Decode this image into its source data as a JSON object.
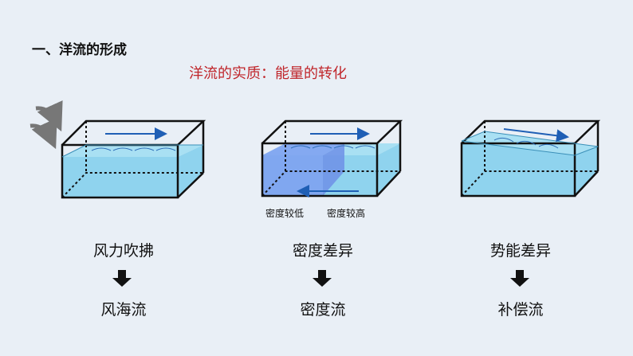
{
  "heading": "一、洋流的形成",
  "subtitle": "洋流的实质：能量的转化",
  "diagrams": [
    {
      "cause": "风力吹拂",
      "result": "风海流"
    },
    {
      "cause": "密度差异",
      "result": "密度流",
      "labels": [
        "密度较低",
        "密度较高"
      ]
    },
    {
      "cause": "势能差异",
      "result": "补偿流"
    }
  ],
  "colors": {
    "water": "#8fd3ee",
    "water_dark": "#6f8fe6",
    "arrow_blue": "#1f5fb5",
    "subtitle_red": "#c0262b",
    "wind_gray": "#777777"
  }
}
